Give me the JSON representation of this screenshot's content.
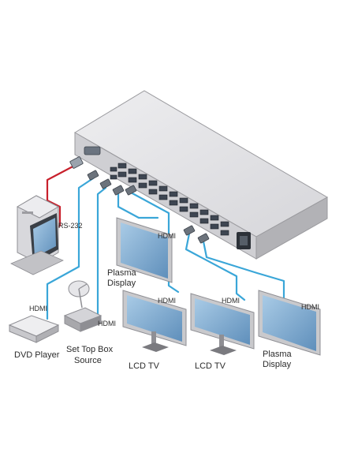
{
  "labels": {
    "rs232": "RS-232",
    "hdmi_plasma_top": "HDMI",
    "plasma_top_line1": "Plasma",
    "plasma_top_line2": "Display",
    "hdmi_pc": "HDMI",
    "hdmi_stb": "HDMI",
    "dvd_player": "DVD Player",
    "stb_line1": "Set Top Box",
    "stb_line2": "Source",
    "hdmi_lcd1": "HDMI",
    "lcd1": "LCD TV",
    "hdmi_lcd2": "HDMI",
    "lcd2": "LCD TV",
    "hdmi_plasma_right": "HDMI",
    "plasma_right_line1": "Plasma",
    "plasma_right_line2": "Display"
  },
  "colors": {
    "hdmi_cable": "#3aa6d8",
    "rs232_cable": "#c8202c",
    "chassis_light": "#e4e4e6",
    "chassis_mid": "#c9c9cc",
    "chassis_dark": "#a9a9ad",
    "screen": "#8ab4d6"
  },
  "icons": [
    "computer-icon",
    "dvd-player-icon",
    "satellite-dish-icon",
    "set-top-box-icon",
    "lcd-tv-icon",
    "plasma-display-icon",
    "matrix-switcher-icon"
  ]
}
